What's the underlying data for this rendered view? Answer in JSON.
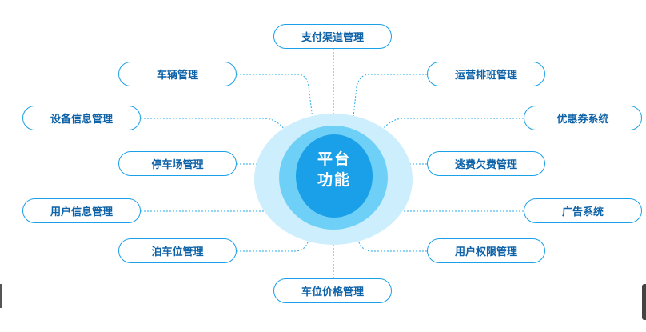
{
  "hub": {
    "line1": "平台",
    "line2": "功能"
  },
  "nodes": [
    {
      "id": "payment-channel",
      "label": "支付渠道管理"
    },
    {
      "id": "vehicle",
      "label": "车辆管理"
    },
    {
      "id": "shift-scheduling",
      "label": "运营排班管理"
    },
    {
      "id": "device-info",
      "label": "设备信息管理"
    },
    {
      "id": "coupon",
      "label": "优惠券系统"
    },
    {
      "id": "parking-lot",
      "label": "停车场管理"
    },
    {
      "id": "fee-evasion",
      "label": "逃费欠费管理"
    },
    {
      "id": "user-info",
      "label": "用户信息管理"
    },
    {
      "id": "advertising",
      "label": "广告系统"
    },
    {
      "id": "parking-space",
      "label": "泊车位管理"
    },
    {
      "id": "user-permission",
      "label": "用户权限管理"
    },
    {
      "id": "space-pricing",
      "label": "车位价格管理"
    }
  ],
  "colors": {
    "accent": "#1aa0e8",
    "ring_outer": "#cdeefc",
    "ring_mid": "#6fd0f7",
    "ring_inner": "#1aa0e8",
    "node_text": "#0d62a8",
    "connector": "#2aa8e8"
  }
}
